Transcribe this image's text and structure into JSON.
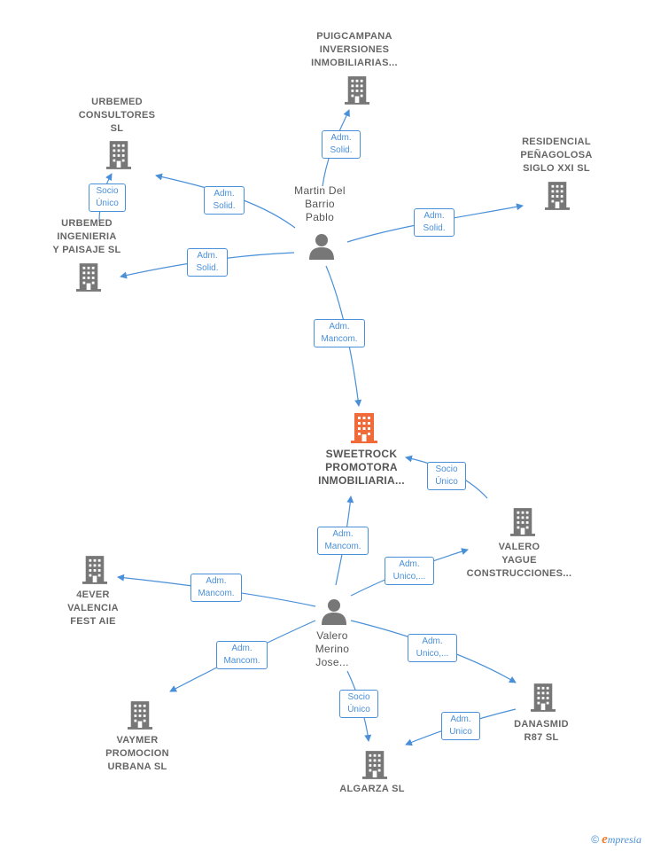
{
  "colors": {
    "edge": "#4a90d9",
    "building": "#777777",
    "center_building": "#f06a3a",
    "person": "#777777"
  },
  "nodes": {
    "center": {
      "lines": [
        "SWEETROCK",
        "PROMOTORA",
        "INMOBILIARIA..."
      ],
      "icon": "building-icon"
    },
    "martin": {
      "lines": [
        "Martin Del",
        "Barrio",
        "Pablo"
      ],
      "icon": "person-icon"
    },
    "valero_person": {
      "lines": [
        "Valero",
        "Merino",
        "Jose..."
      ],
      "icon": "person-icon"
    },
    "puig": {
      "lines": [
        "PUIGCAMPANA",
        "INVERSIONES",
        "INMOBILIARIAS..."
      ],
      "icon": "building-icon"
    },
    "urbemed_cons": {
      "lines": [
        "URBEMED",
        "CONSULTORES",
        "SL"
      ],
      "icon": "building-icon"
    },
    "urbemed_ing": {
      "lines": [
        "URBEMED",
        "INGENIERIA",
        "Y PAISAJE SL"
      ],
      "icon": "building-icon"
    },
    "residencial": {
      "lines": [
        "RESIDENCIAL",
        "PEÑAGOLOSA",
        "SIGLO XXI  SL"
      ],
      "icon": "building-icon"
    },
    "valero_yague": {
      "lines": [
        "VALERO",
        "YAGUE",
        "CONSTRUCCIONES..."
      ],
      "icon": "building-icon"
    },
    "fourever": {
      "lines": [
        "4EVER",
        "VALENCIA",
        "FEST  AIE"
      ],
      "icon": "building-icon"
    },
    "vaymer": {
      "lines": [
        "VAYMER",
        "PROMOCION",
        "URBANA  SL"
      ],
      "icon": "building-icon"
    },
    "algarza": {
      "lines": [
        "ALGARZA  SL"
      ],
      "icon": "building-icon"
    },
    "danasmid": {
      "lines": [
        "DANASMID",
        "R87  SL"
      ],
      "icon": "building-icon"
    }
  },
  "edges": [
    {
      "id": "e1",
      "lines": [
        "Adm.",
        "Solid."
      ]
    },
    {
      "id": "e2",
      "lines": [
        "Adm.",
        "Solid."
      ]
    },
    {
      "id": "e3",
      "lines": [
        "Adm.",
        "Solid."
      ]
    },
    {
      "id": "e4",
      "lines": [
        "Adm.",
        "Solid."
      ]
    },
    {
      "id": "e5",
      "lines": [
        "Socio",
        "Único"
      ]
    },
    {
      "id": "e6",
      "lines": [
        "Adm.",
        "Mancom."
      ]
    },
    {
      "id": "e7",
      "lines": [
        "Socio",
        "Único"
      ]
    },
    {
      "id": "e8",
      "lines": [
        "Adm.",
        "Mancom."
      ]
    },
    {
      "id": "e9",
      "lines": [
        "Adm.",
        "Unico,..."
      ]
    },
    {
      "id": "e10",
      "lines": [
        "Adm.",
        "Mancom."
      ]
    },
    {
      "id": "e11",
      "lines": [
        "Adm.",
        "Mancom."
      ]
    },
    {
      "id": "e12",
      "lines": [
        "Adm.",
        "Unico,..."
      ]
    },
    {
      "id": "e13",
      "lines": [
        "Socio",
        "Único"
      ]
    },
    {
      "id": "e14",
      "lines": [
        "Adm.",
        "Unico"
      ]
    }
  ],
  "footer": {
    "copyright": "©",
    "brand_initial": "e",
    "brand_rest": "mpresia"
  }
}
